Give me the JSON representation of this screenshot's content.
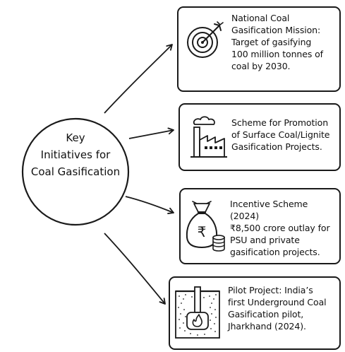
{
  "center": {
    "label": "Key\nInitiatives for\nCoal Gasification"
  },
  "nodes": [
    {
      "id": "mission",
      "icon": "target-icon",
      "text": "National Coal\nGasification Mission:\nTarget of gasifying\n100 million tonnes of\ncoal by 2030."
    },
    {
      "id": "scheme",
      "icon": "factory-icon",
      "text": "Scheme for Promotion\nof Surface Coal/Lignite\nGasification Projects."
    },
    {
      "id": "incentive",
      "icon": "money-bag-icon",
      "text": "Incentive Scheme (2024)\n₹8,500 crore outlay for\nPSU and private\ngasification projects."
    },
    {
      "id": "pilot",
      "icon": "underground-fire-icon",
      "text": "Pilot Project: India’s\nfirst Underground Coal\nGasification pilot,\nJharkhand (2024)."
    }
  ],
  "colors": {
    "stroke": "#1a1a1a",
    "background": "#ffffff",
    "text": "#111111"
  }
}
